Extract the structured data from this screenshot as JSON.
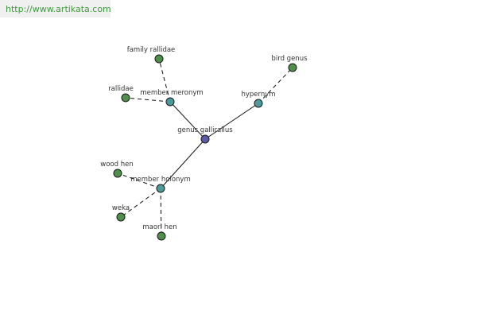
{
  "header": {
    "url": "http://www.artikata.com"
  },
  "graph": {
    "colors": {
      "center": "#5b5ba8",
      "relation": "#4e9a9a",
      "leaf": "#4f8f4a"
    },
    "nodes": [
      {
        "id": "genus",
        "label": "genus gallirallus",
        "kind": "center"
      },
      {
        "id": "hypernym",
        "label": "hypernym",
        "kind": "relation"
      },
      {
        "id": "member-meronym",
        "label": "member meronym",
        "kind": "relation"
      },
      {
        "id": "member-holonym",
        "label": "member holonym",
        "kind": "relation"
      },
      {
        "id": "bird-genus",
        "label": "bird genus",
        "kind": "leaf"
      },
      {
        "id": "family-rallidae",
        "label": "family rallidae",
        "kind": "leaf"
      },
      {
        "id": "rallidae",
        "label": "rallidae",
        "kind": "leaf"
      },
      {
        "id": "wood-hen",
        "label": "wood hen",
        "kind": "leaf"
      },
      {
        "id": "weka",
        "label": "weka",
        "kind": "leaf"
      },
      {
        "id": "maori-hen",
        "label": "maori hen",
        "kind": "leaf"
      }
    ],
    "edges": [
      {
        "from": "genus",
        "to": "hypernym",
        "style": "solid"
      },
      {
        "from": "genus",
        "to": "member-meronym",
        "style": "solid"
      },
      {
        "from": "genus",
        "to": "member-holonym",
        "style": "solid"
      },
      {
        "from": "hypernym",
        "to": "bird-genus",
        "style": "dashed"
      },
      {
        "from": "member-meronym",
        "to": "family-rallidae",
        "style": "dashed"
      },
      {
        "from": "member-meronym",
        "to": "rallidae",
        "style": "dashed"
      },
      {
        "from": "member-holonym",
        "to": "wood-hen",
        "style": "dashed"
      },
      {
        "from": "member-holonym",
        "to": "weka",
        "style": "dashed"
      },
      {
        "from": "member-holonym",
        "to": "maori-hen",
        "style": "dashed"
      }
    ]
  }
}
